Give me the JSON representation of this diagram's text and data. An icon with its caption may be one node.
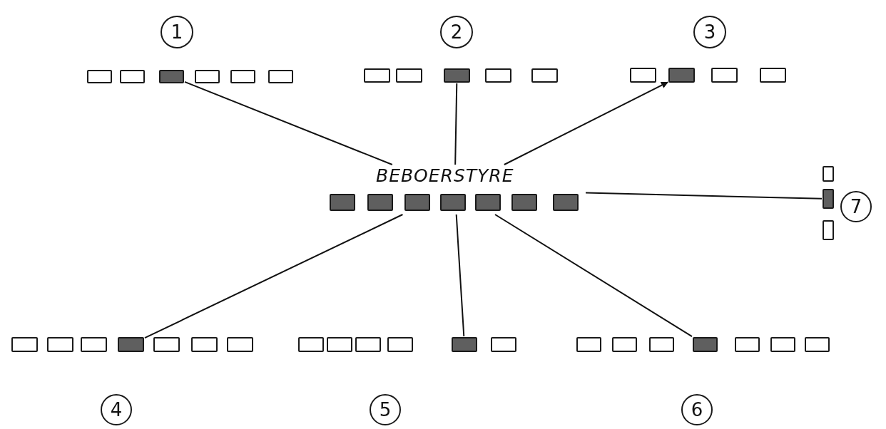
{
  "diagram": {
    "nodes": [
      {
        "text": [
          "1"
        ]
      },
      {
        "text": [
          "2"
        ]
      },
      {
        "text": [
          "3"
        ]
      },
      {
        "text": [],
        "shape": "box"
      },
      {
        "text": [],
        "shape": "box"
      },
      {
        "text": [],
        "shape": "block"
      },
      {
        "text": [],
        "shape": "box"
      },
      {
        "text": [],
        "shape": "box"
      },
      {
        "text": [],
        "shape": "box"
      },
      {
        "text": [],
        "shape": "box"
      },
      {
        "text": [],
        "shape": "box"
      },
      {
        "text": [],
        "shape": "block"
      },
      {
        "text": [],
        "shape": "box"
      },
      {
        "text": [],
        "shape": "box"
      },
      {
        "text": [],
        "shape": "box"
      },
      {
        "text": [],
        "shape": "block"
      },
      {
        "text": [],
        "shape": "box"
      },
      {
        "text": [],
        "shape": "box"
      },
      {
        "text": [
          "BEBOERSTYRE"
        ]
      },
      {
        "text": [],
        "shape": "block",
        "in": 18
      },
      {
        "text": [],
        "shape": "block",
        "in": 18
      },
      {
        "text": [],
        "shape": "block",
        "in": 18
      },
      {
        "text": [],
        "shape": "block",
        "in": 18
      },
      {
        "text": [],
        "shape": "block",
        "in": 18
      },
      {
        "text": [],
        "shape": "block",
        "in": 18
      },
      {
        "text": [],
        "shape": "block",
        "in": 18
      },
      {
        "text": [],
        "shape": "box"
      },
      {
        "text": [],
        "shape": "block"
      },
      {
        "text": [],
        "shape": "box"
      },
      {
        "text": [
          "7"
        ]
      },
      {
        "text": [],
        "shape": "box"
      },
      {
        "text": [],
        "shape": "box"
      },
      {
        "text": [],
        "shape": "box"
      },
      {
        "text": [],
        "shape": "block"
      },
      {
        "text": [],
        "shape": "box"
      },
      {
        "text": [],
        "shape": "box"
      },
      {
        "text": [],
        "shape": "box"
      },
      {
        "text": [],
        "shape": "box"
      },
      {
        "text": [],
        "shape": "box"
      },
      {
        "text": [],
        "shape": "box"
      },
      {
        "text": [],
        "shape": "box"
      },
      {
        "text": [],
        "shape": "block"
      },
      {
        "text": [],
        "shape": "box"
      },
      {
        "text": [],
        "shape": "box"
      },
      {
        "text": [],
        "shape": "box"
      },
      {
        "text": [],
        "shape": "box"
      },
      {
        "text": [],
        "shape": "block"
      },
      {
        "text": [],
        "shape": "box"
      },
      {
        "text": [],
        "shape": "box"
      },
      {
        "text": [],
        "shape": "box"
      },
      {
        "text": [
          "4"
        ]
      },
      {
        "text": [
          "5"
        ]
      },
      {
        "text": [
          "6"
        ]
      }
    ],
    "edges": [
      {
        "from": 18,
        "to": 5,
        "arrow": "none"
      },
      {
        "from": 18,
        "to": 11,
        "arrow": "none"
      },
      {
        "from": 18,
        "to": 15,
        "arrow": "to"
      },
      {
        "from": 18,
        "to": 27,
        "arrow": "none"
      },
      {
        "from": 18,
        "to": 33,
        "arrow": "none"
      },
      {
        "from": 18,
        "to": 41,
        "arrow": "none"
      },
      {
        "from": 18,
        "to": 46,
        "arrow": "none"
      }
    ]
  }
}
